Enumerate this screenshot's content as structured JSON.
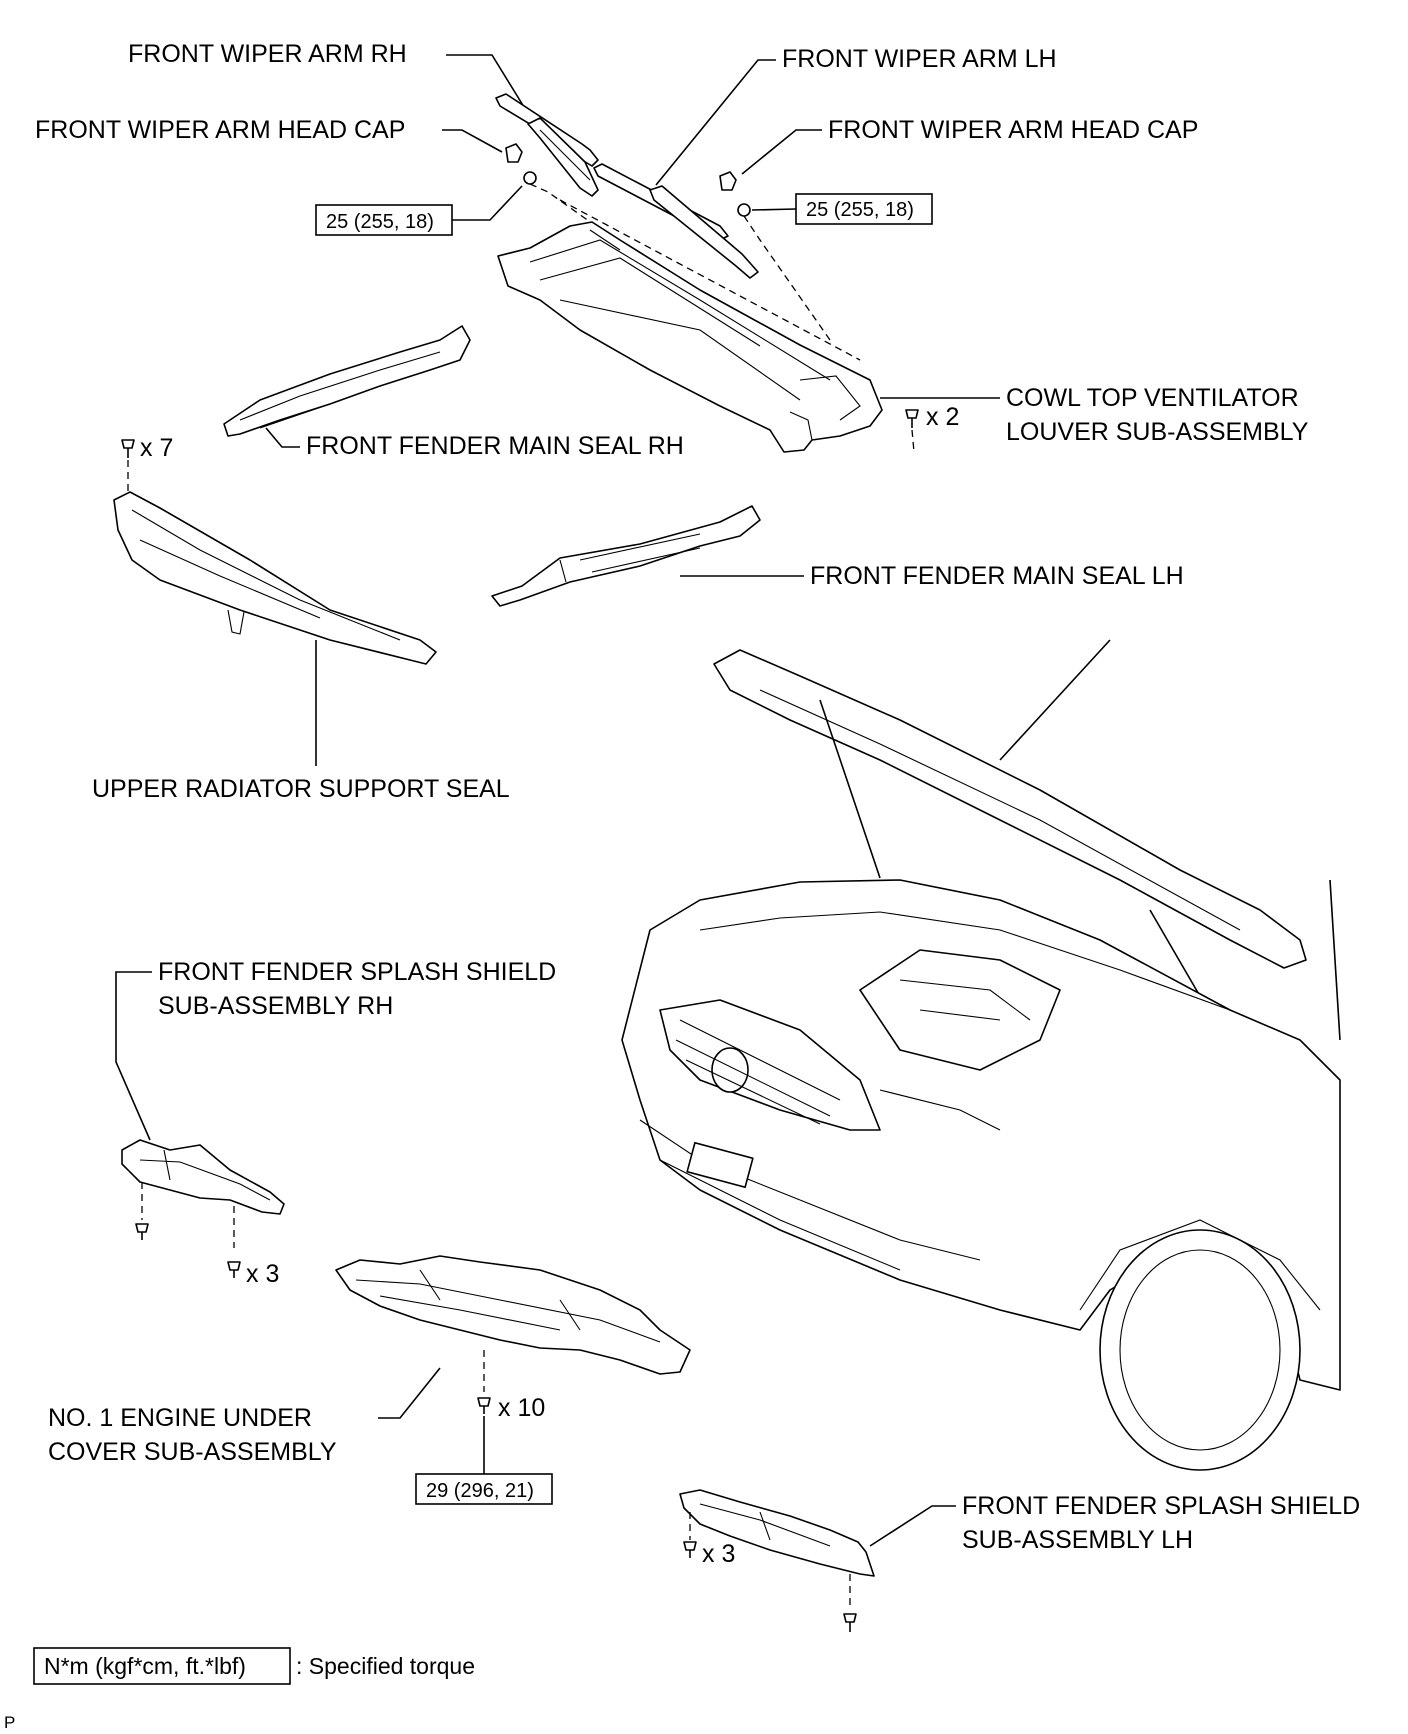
{
  "labels": {
    "wiper_arm_rh": "FRONT WIPER ARM RH",
    "wiper_arm_lh": "FRONT WIPER ARM LH",
    "head_cap_rh": "FRONT WIPER ARM HEAD CAP",
    "head_cap_lh": "FRONT WIPER ARM HEAD CAP",
    "cowl_louver_line1": "COWL TOP VENTILATOR",
    "cowl_louver_line2": "LOUVER SUB-ASSEMBLY",
    "fender_seal_rh": "FRONT FENDER MAIN SEAL RH",
    "fender_seal_lh": "FRONT FENDER MAIN SEAL LH",
    "radiator_seal": "UPPER RADIATOR SUPPORT SEAL",
    "splash_rh_line1": "FRONT FENDER SPLASH SHIELD",
    "splash_rh_line2": "SUB-ASSEMBLY RH",
    "engine_cover_line1": "NO. 1 ENGINE UNDER",
    "engine_cover_line2": "COVER SUB-ASSEMBLY",
    "splash_lh_line1": "FRONT FENDER SPLASH SHIELD",
    "splash_lh_line2": "SUB-ASSEMBLY LH"
  },
  "torque": {
    "wiper_rh": "25 (255, 18)",
    "wiper_lh": "25 (255, 18)",
    "engine_cover": "29 (296, 21)"
  },
  "quantities": {
    "cowl_clips": "x 2",
    "radiator_clips": "x 7",
    "splash_rh_bolts": "x 3",
    "engine_cover_bolts": "x 10",
    "splash_lh_bolts": "x 3"
  },
  "legend": {
    "unit": "N*m (kgf*cm, ft.*lbf)",
    "description": ": Specified torque"
  },
  "corner_mark": "P"
}
